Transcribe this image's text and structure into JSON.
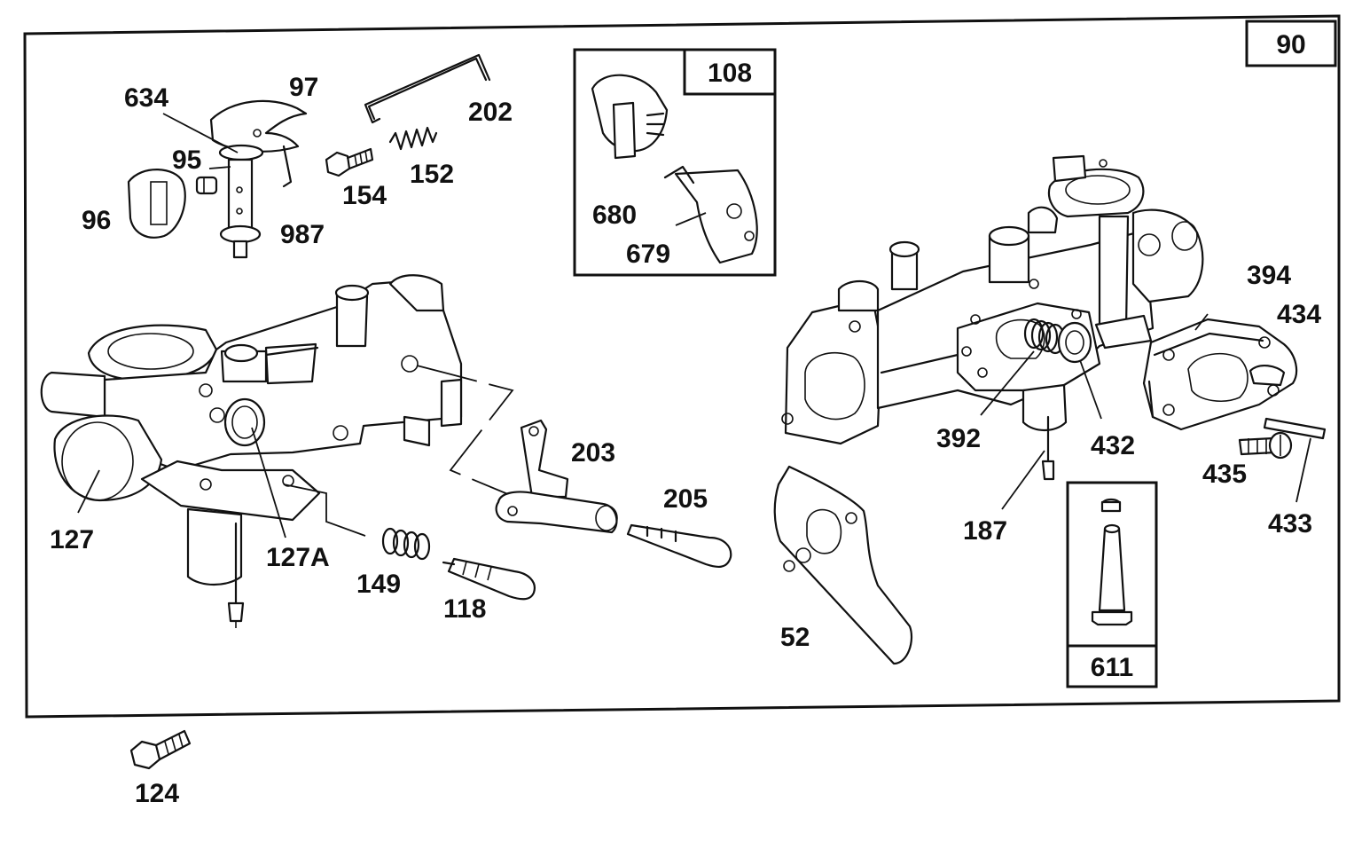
{
  "diagram": {
    "page_number": "90",
    "inset_108_label": "108",
    "inset_611_label": "611",
    "part_labels": {
      "p634": "634",
      "p97": "97",
      "p202": "202",
      "p95": "95",
      "p152": "152",
      "p154": "154",
      "p96": "96",
      "p987": "987",
      "p680": "680",
      "p679": "679",
      "p394": "394",
      "p434": "434",
      "p392": "392",
      "p432": "432",
      "p203": "203",
      "p205": "205",
      "p127": "127",
      "p127A": "127A",
      "p149": "149",
      "p118": "118",
      "p435": "435",
      "p433": "433",
      "p187": "187",
      "p52": "52",
      "p124": "124"
    }
  }
}
